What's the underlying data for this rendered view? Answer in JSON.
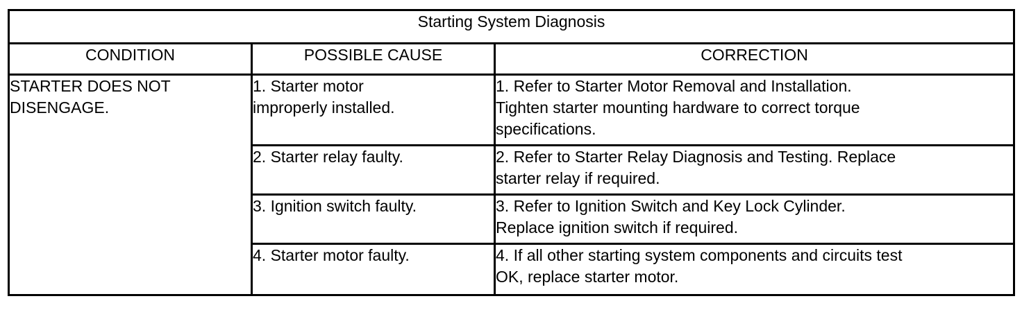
{
  "table": {
    "title": "Starting System Diagnosis",
    "columns": [
      {
        "key": "condition",
        "label": "CONDITION"
      },
      {
        "key": "cause",
        "label": "POSSIBLE CAUSE"
      },
      {
        "key": "correction",
        "label": "CORRECTION"
      }
    ],
    "condition": "STARTER DOES NOT\nDISENGAGE.",
    "rows": [
      {
        "cause": "1. Starter motor\nimproperly installed.",
        "correction": "1. Refer to Starter Motor Removal and Installation.\nTighten starter mounting hardware to correct torque\nspecifications."
      },
      {
        "cause": "2. Starter relay faulty.",
        "correction": "2. Refer to Starter Relay Diagnosis and Testing. Replace\nstarter relay if required."
      },
      {
        "cause": "3. Ignition switch faulty.",
        "correction": "3. Refer to Ignition Switch and Key Lock Cylinder.\nReplace ignition switch if required."
      },
      {
        "cause": "4. Starter motor faulty.",
        "correction": "4. If all other starting system components and circuits test\nOK, replace starter motor."
      }
    ]
  },
  "colors": {
    "border": "#000000",
    "text": "#000000",
    "background": "#ffffff"
  }
}
